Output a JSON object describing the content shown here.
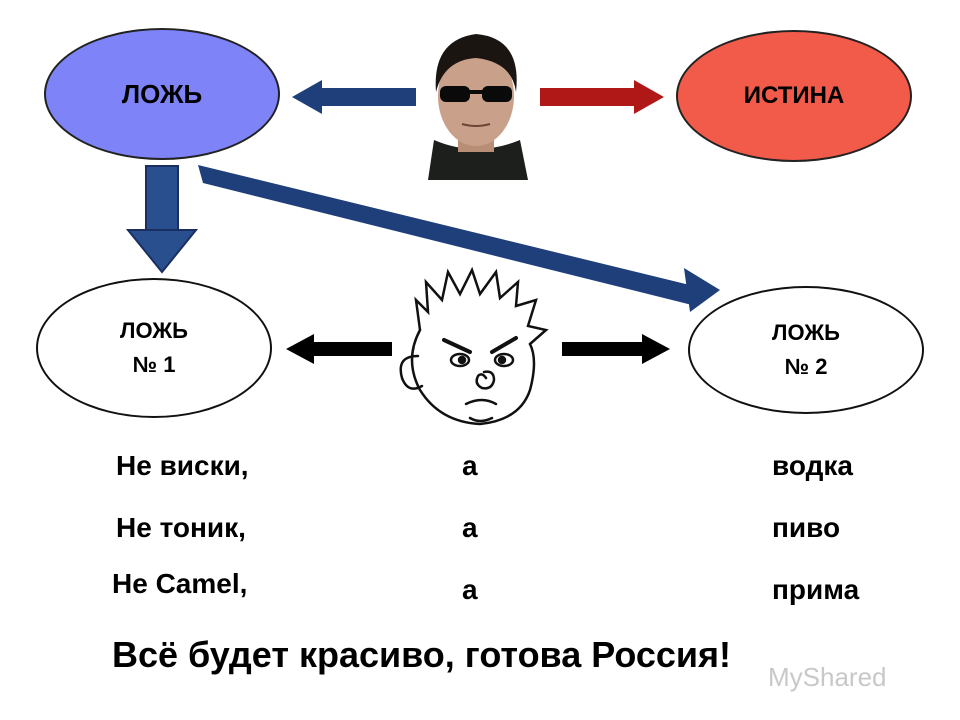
{
  "nodes": {
    "lie_top": {
      "label": "ЛОЖЬ"
    },
    "truth": {
      "label": "ИСТИНА"
    },
    "lie1": {
      "line1": "ЛОЖЬ",
      "line2": "№ 1"
    },
    "lie2": {
      "line1": "ЛОЖЬ",
      "line2": "№ 2"
    }
  },
  "rows": [
    {
      "left": "Не виски,",
      "middle": "а",
      "right": "водка"
    },
    {
      "left": "Не тоник,",
      "middle": "а",
      "right": "пиво"
    },
    {
      "left": "Не Camel,",
      "middle": "а",
      "right": "прима"
    }
  ],
  "slogan": "Всё будет красиво, готова Россия!",
  "watermark": "MyShared",
  "colors": {
    "lie_fill": "#7e84f7",
    "truth_fill": "#f25a4a",
    "dark_blue_arrow": "#1f3f7a",
    "red_arrow": "#b01818"
  }
}
